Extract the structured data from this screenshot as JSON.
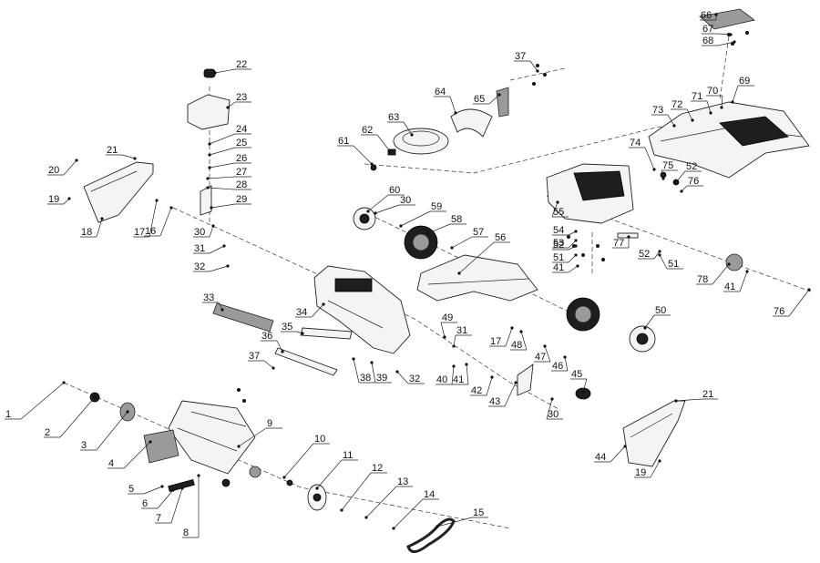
{
  "diagram": {
    "type": "exploded-parts-diagram",
    "callouts": [
      {
        "n": "1"
      },
      {
        "n": "2"
      },
      {
        "n": "3"
      },
      {
        "n": "4"
      },
      {
        "n": "5"
      },
      {
        "n": "6"
      },
      {
        "n": "7"
      },
      {
        "n": "8"
      },
      {
        "n": "9"
      },
      {
        "n": "10"
      },
      {
        "n": "11"
      },
      {
        "n": "12"
      },
      {
        "n": "13"
      },
      {
        "n": "14"
      },
      {
        "n": "15"
      },
      {
        "n": "16"
      },
      {
        "n": "17"
      },
      {
        "n": "17"
      },
      {
        "n": "18"
      },
      {
        "n": "19"
      },
      {
        "n": "19"
      },
      {
        "n": "20"
      },
      {
        "n": "21"
      },
      {
        "n": "21"
      },
      {
        "n": "22"
      },
      {
        "n": "23"
      },
      {
        "n": "24"
      },
      {
        "n": "25"
      },
      {
        "n": "26"
      },
      {
        "n": "27"
      },
      {
        "n": "28"
      },
      {
        "n": "29"
      },
      {
        "n": "30"
      },
      {
        "n": "30"
      },
      {
        "n": "30"
      },
      {
        "n": "31"
      },
      {
        "n": "31"
      },
      {
        "n": "32"
      },
      {
        "n": "32"
      },
      {
        "n": "33"
      },
      {
        "n": "34"
      },
      {
        "n": "35"
      },
      {
        "n": "36"
      },
      {
        "n": "37"
      },
      {
        "n": "37"
      },
      {
        "n": "38"
      },
      {
        "n": "39"
      },
      {
        "n": "40"
      },
      {
        "n": "41"
      },
      {
        "n": "41"
      },
      {
        "n": "41"
      },
      {
        "n": "42"
      },
      {
        "n": "43"
      },
      {
        "n": "44"
      },
      {
        "n": "45"
      },
      {
        "n": "46"
      },
      {
        "n": "47"
      },
      {
        "n": "48"
      },
      {
        "n": "49"
      },
      {
        "n": "50"
      },
      {
        "n": "51"
      },
      {
        "n": "51"
      },
      {
        "n": "52"
      },
      {
        "n": "52"
      },
      {
        "n": "52"
      },
      {
        "n": "53"
      },
      {
        "n": "54"
      },
      {
        "n": "55"
      },
      {
        "n": "56"
      },
      {
        "n": "57"
      },
      {
        "n": "58"
      },
      {
        "n": "59"
      },
      {
        "n": "60"
      },
      {
        "n": "61"
      },
      {
        "n": "62"
      },
      {
        "n": "63"
      },
      {
        "n": "64"
      },
      {
        "n": "65"
      },
      {
        "n": "66"
      },
      {
        "n": "67"
      },
      {
        "n": "68"
      },
      {
        "n": "69"
      },
      {
        "n": "70"
      },
      {
        "n": "71"
      },
      {
        "n": "72"
      },
      {
        "n": "73"
      },
      {
        "n": "74"
      },
      {
        "n": "75"
      },
      {
        "n": "76"
      },
      {
        "n": "76"
      },
      {
        "n": "77"
      },
      {
        "n": "78"
      }
    ]
  }
}
